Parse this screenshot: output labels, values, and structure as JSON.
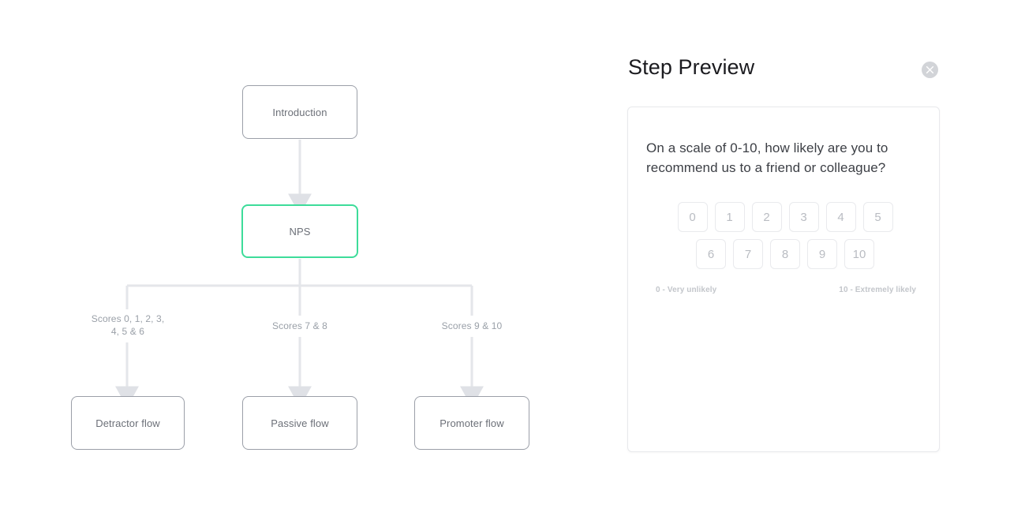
{
  "flow": {
    "nodes": [
      {
        "id": "introduction",
        "label": "Introduction",
        "selected": false
      },
      {
        "id": "nps",
        "label": "NPS",
        "selected": true
      },
      {
        "id": "detractor",
        "label": "Detractor flow",
        "selected": false
      },
      {
        "id": "passive",
        "label": "Passive flow",
        "selected": false
      },
      {
        "id": "promoter",
        "label": "Promoter flow",
        "selected": false
      }
    ],
    "edge_labels": {
      "detractor": "Scores 0, 1, 2, 3,\n4, 5 & 6",
      "passive": "Scores 7 & 8",
      "promoter": "Scores 9 & 10"
    },
    "colors": {
      "node_border": "#9b9fa8",
      "selected_border": "#3ddc9a",
      "connector": "#e2e4e8",
      "label_text": "#9aa0a8"
    }
  },
  "preview": {
    "title": "Step Preview",
    "close_icon": "close-circle-icon",
    "question": "On a scale of 0-10, how likely are you to recommend us to a friend or colleague?",
    "score_rows": [
      [
        "0",
        "1",
        "2",
        "3",
        "4",
        "5"
      ],
      [
        "6",
        "7",
        "8",
        "9",
        "10"
      ]
    ],
    "legend_low": "0 - Very unlikely",
    "legend_high": "10 - Extremely likely"
  }
}
